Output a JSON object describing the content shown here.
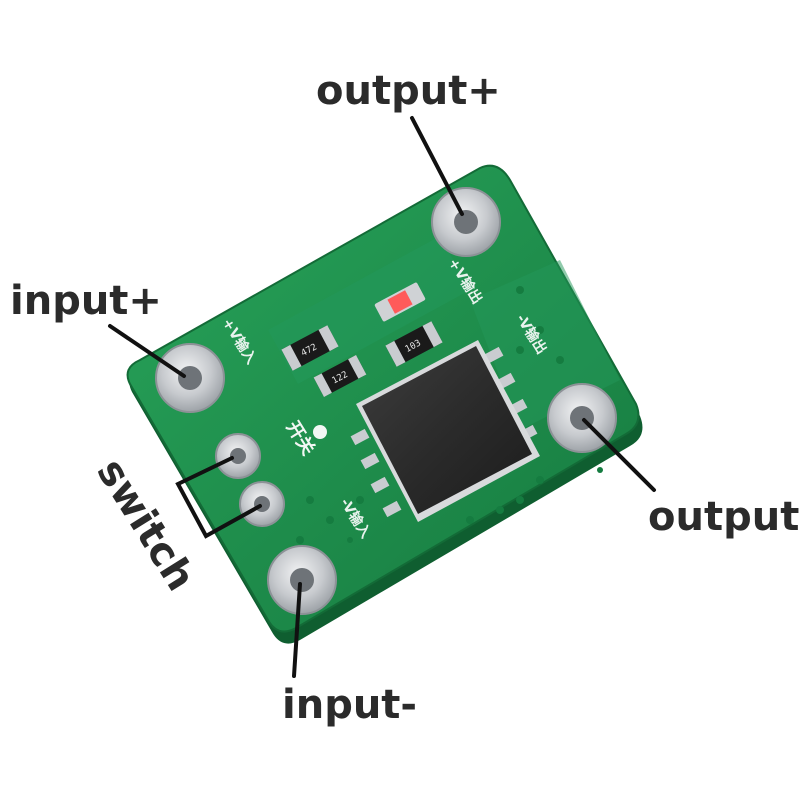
{
  "labels": {
    "output_plus": "output+",
    "output_minus": "output-",
    "input_plus": "input+",
    "input_minus": "input-",
    "switch": "switch"
  },
  "silkscreen": {
    "input_plus": "+V输入",
    "output_plus": "+V输出",
    "output_minus": "-V输出",
    "input_minus": "-V输入",
    "switch": "开关"
  },
  "component_marks": {
    "resistor_1": "472",
    "resistor_2": "122",
    "resistor_3": "103"
  },
  "colors": {
    "pcb_green": "#1f8a4c",
    "pcb_edge": "#136b37",
    "pad_silver": "#c9ccd0",
    "chip_black": "#2a2a2a",
    "leader_line": "#111111",
    "label_text": "#2b2b2b"
  }
}
